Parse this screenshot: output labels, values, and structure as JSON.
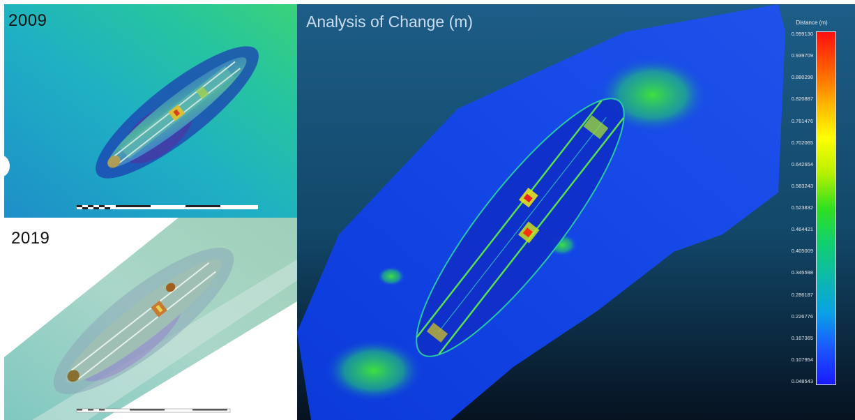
{
  "panels": {
    "p2009": {
      "label": "2009"
    },
    "p2019": {
      "label": "2019"
    },
    "change": {
      "title": "Analysis of Change (m)",
      "colorbar": {
        "title": "Distance (m)",
        "ticks": [
          "0.999130",
          "0.939709",
          "0.880298",
          "0.820887",
          "0.761476",
          "0.702065",
          "0.642654",
          "0.583243",
          "0.523832",
          "0.464421",
          "0.405009",
          "0.345598",
          "0.286187",
          "0.226776",
          "0.167365",
          "0.107954",
          "0.048543"
        ],
        "color_top": "#ff1010",
        "color_bottom": "#1a1aff"
      }
    }
  }
}
